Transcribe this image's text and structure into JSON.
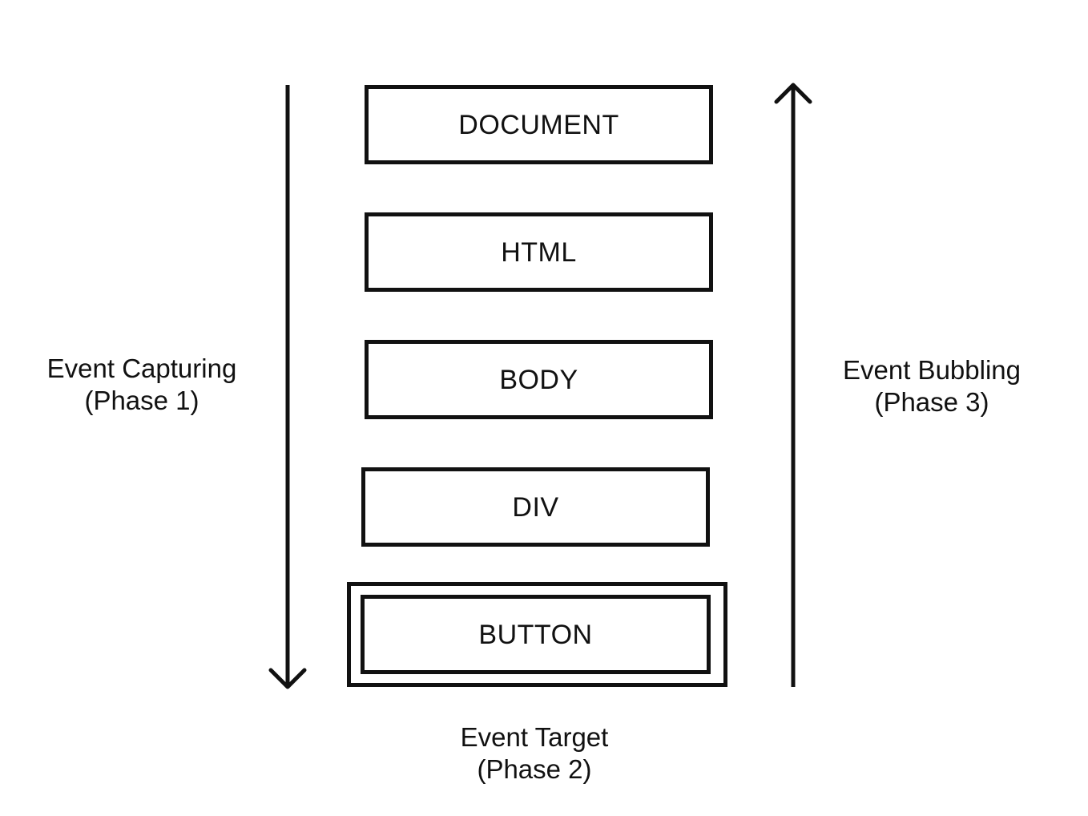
{
  "nodes": {
    "document": "DOCUMENT",
    "html": "HTML",
    "body": "BODY",
    "div": "DIV",
    "button": "BUTTON"
  },
  "phases": {
    "capturing": {
      "title": "Event Capturing",
      "phase": "(Phase 1)"
    },
    "target": {
      "title": "Event Target",
      "phase": "(Phase 2)"
    },
    "bubbling": {
      "title": "Event Bubbling",
      "phase": "(Phase 3)"
    }
  },
  "colors": {
    "stroke": "#111111",
    "background": "#ffffff"
  }
}
